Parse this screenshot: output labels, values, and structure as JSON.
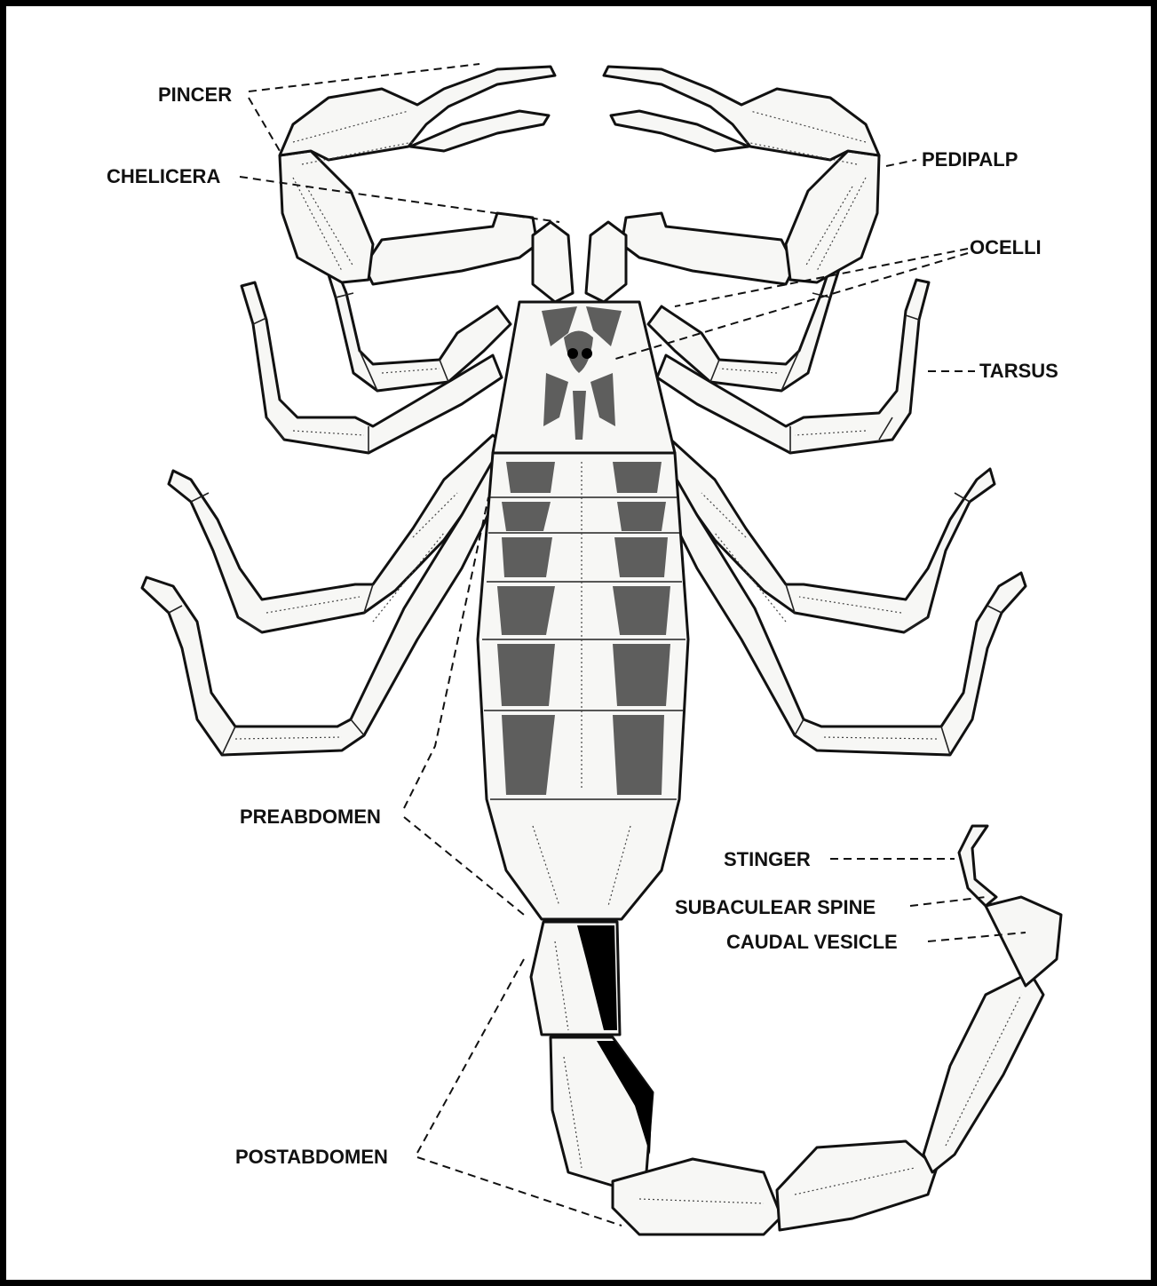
{
  "labels": {
    "pincer": "PINCER",
    "chelicera": "CHELICERA",
    "pedipalp": "PEDIPALP",
    "ocelli": "OCELLI",
    "tarsus": "TARSUS",
    "preabdomen": "PREABDOMEN",
    "stinger": "STINGER",
    "subaculear_spine": "SUBACULEAR SPINE",
    "caudal_vesicle": "CAUDAL VESICLE",
    "postabdomen": "POSTABDOMEN"
  },
  "colors": {
    "ink": "#111111",
    "background": "#ffffff",
    "frame": "#000000"
  }
}
